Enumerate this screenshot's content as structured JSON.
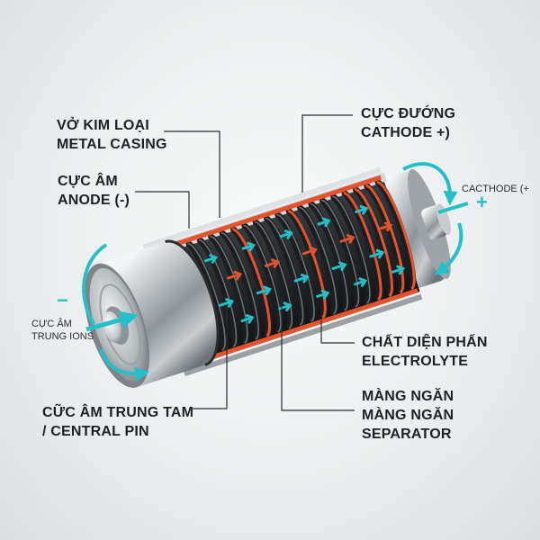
{
  "labels": {
    "metal_casing": {
      "line1": "VỞ KIM LOẠI",
      "line2": "METAL CASING"
    },
    "anode": {
      "line1": "CỰC ÂM",
      "line2": "ANODE (-)"
    },
    "cathode": {
      "line1": "CỰC ĐƯỚNG",
      "line2": "CATHODE +)"
    },
    "cathode_side": "CACTHODE (+",
    "ions": {
      "line1": "CỰC ÂM",
      "line2": "TRUNG IONS"
    },
    "central_pin": {
      "line1": "CỮC ÂM TRUNG TAM",
      "line2": "/ CENTRAL PIN"
    },
    "electrolyte": {
      "line1": "CHẤT DIỆN PHẤN",
      "line2": "ELECTROLYTE"
    },
    "separator": {
      "line1": "MÀNG NGĂN",
      "line2": "MÀNG NGĂN",
      "line3": "SEPARATOR"
    },
    "minus_sign": "−",
    "plus_sign": "+"
  },
  "icons": {
    "positive_cycle": "curved-arrow-icon",
    "negative_cycle": "curved-arrow-icon",
    "ion_flow": "ion-arrow-icon"
  },
  "colors": {
    "accent_cyan": "#22c1c9",
    "coil_orange": "#e4532b",
    "casing_steel": "#b9bec2",
    "label_text": "#1e2124",
    "leader_line": "#2a2d30"
  }
}
